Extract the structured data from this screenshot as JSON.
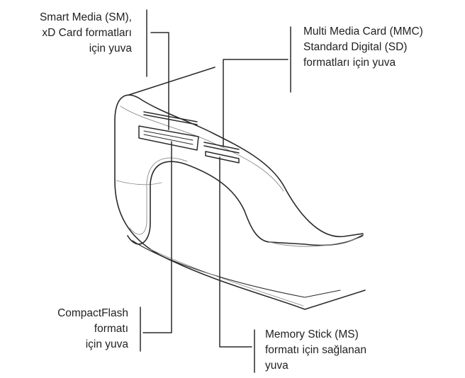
{
  "labels": {
    "smart_media": [
      "Smart Media (SM),",
      "xD Card formatları",
      "için yuva"
    ],
    "mmc_sd": [
      "Multi Media Card (MMC)",
      "Standard Digital (SD)",
      "formatları için yuva"
    ],
    "compact_flash": [
      "CompactFlash",
      "formatı",
      "için yuva"
    ],
    "memory_stick": [
      "Memory Stick (MS)",
      "formatı için sağlanan",
      "yuva"
    ]
  },
  "colors": {
    "ink": "#222222",
    "outline": "#2a2a2a",
    "background": "#ffffff"
  }
}
